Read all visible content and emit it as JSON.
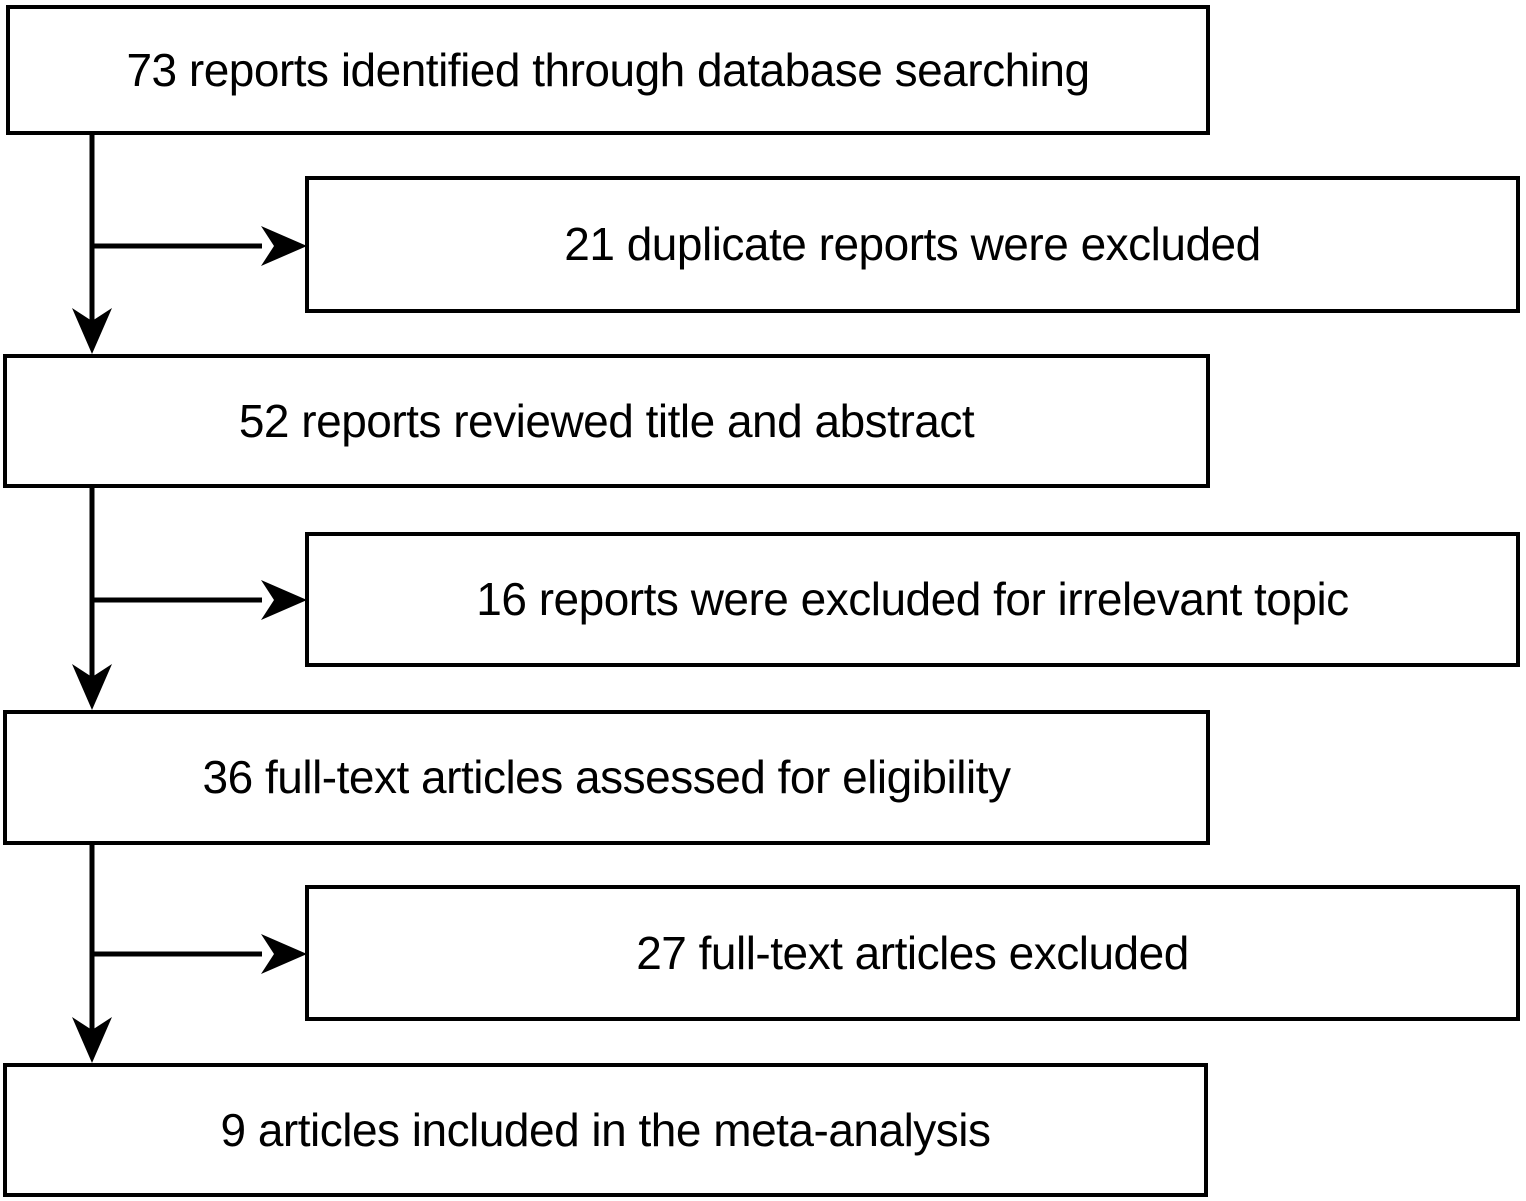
{
  "diagram": {
    "type": "flowchart",
    "boxes": {
      "identified": {
        "id": "identified",
        "count": 73,
        "label": "73 reports identified through database searching"
      },
      "duplicates": {
        "id": "duplicates-excluded",
        "count": 21,
        "label": "21 duplicate reports were excluded"
      },
      "reviewed": {
        "id": "title-abstract-reviewed",
        "count": 52,
        "label": "52 reports reviewed title and abstract"
      },
      "irrelevant": {
        "id": "irrelevant-excluded",
        "count": 16,
        "label": "16 reports were excluded for irrelevant topic"
      },
      "assessed": {
        "id": "fulltext-assessed",
        "count": 36,
        "label": "36 full-text articles assessed for eligibility"
      },
      "ftexcluded": {
        "id": "fulltext-excluded",
        "count": 27,
        "label": "27 full-text articles excluded"
      },
      "included": {
        "id": "included",
        "count": 9,
        "label": "9 articles included in the meta-analysis"
      }
    },
    "edges": [
      {
        "from": "identified",
        "to": "duplicates-excluded"
      },
      {
        "from": "identified",
        "to": "title-abstract-reviewed"
      },
      {
        "from": "title-abstract-reviewed",
        "to": "irrelevant-excluded"
      },
      {
        "from": "title-abstract-reviewed",
        "to": "fulltext-assessed"
      },
      {
        "from": "fulltext-assessed",
        "to": "fulltext-excluded"
      },
      {
        "from": "fulltext-assessed",
        "to": "included"
      }
    ],
    "colors": {
      "box_border": "#000000",
      "box_fill": "#ffffff",
      "text": "#000000",
      "arrow": "#000000"
    }
  }
}
